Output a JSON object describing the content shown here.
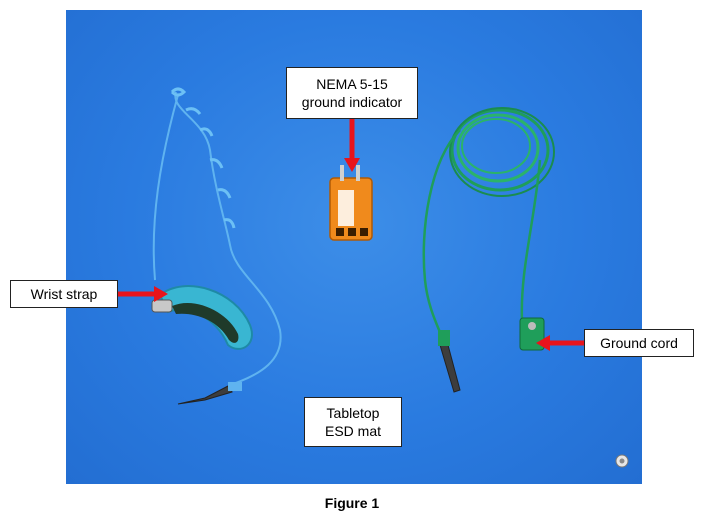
{
  "labels": {
    "nema": "NEMA 5-15 ground indicator",
    "nema_line1": "NEMA 5-15",
    "nema_line2": "ground indicator",
    "wrist": "Wrist strap",
    "ground": "Ground cord",
    "mat_line1": "Tabletop",
    "mat_line2": "ESD mat"
  },
  "caption": "Figure 1",
  "colors": {
    "mat": "#2a7be0",
    "arrow": "#e8141c",
    "indicator": "#f08a1c",
    "ground_cord": "#1f9e5a",
    "wrist_cord": "#5fb3f0",
    "clip": "#444444"
  },
  "icons": [
    "wrist-strap-icon",
    "ground-indicator-icon",
    "ground-cord-icon",
    "alligator-clip-icon",
    "snap-button-icon"
  ]
}
